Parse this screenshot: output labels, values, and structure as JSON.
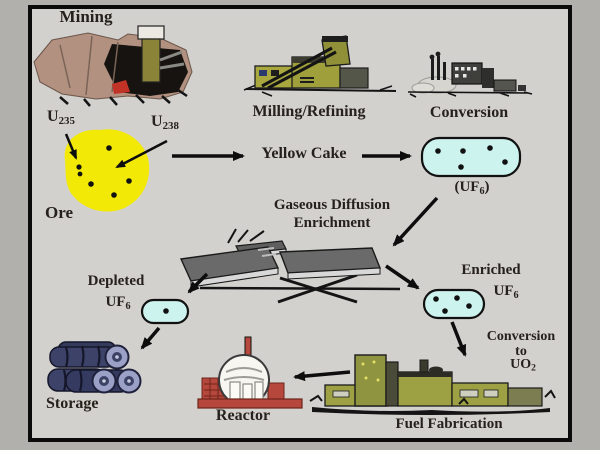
{
  "colors": {
    "page_bg": "#b2b0ad",
    "panel_bg": "#d3d1ce",
    "border": "#0b0b0b",
    "text": "#26211c",
    "arrow": "#0d0d0d",
    "ore_yellow": "#f2ea06",
    "capsule_cyan": "#cdf3ef"
  },
  "stages": {
    "mining": "Mining",
    "milling": "Milling/Refining",
    "conversion": "Conversion",
    "yellow_cake": "Yellow Cake",
    "gaseous_line1": "Gaseous Diffusion",
    "gaseous_line2": "Enrichment",
    "storage": "Storage",
    "reactor": "Reactor",
    "fuel_fabrication": "Fuel Fabrication"
  },
  "chem": {
    "u235": {
      "base": "U",
      "sub": "235"
    },
    "u238": {
      "base": "U",
      "sub": "238"
    },
    "ore": "Ore",
    "uf6_paren": {
      "open": "(UF",
      "sub": "6",
      "close": ")"
    },
    "uf6": {
      "base": "UF",
      "sub": "6"
    },
    "depleted": "Depleted",
    "enriched": "Enriched",
    "conversion_to": {
      "line1": "Conversion",
      "line2": "to",
      "base": "UO",
      "sub": "2"
    }
  },
  "dot_counts": {
    "ore": 6,
    "uf6_capsule": 5,
    "depleted_capsule": 1,
    "enriched_capsule": 4
  }
}
